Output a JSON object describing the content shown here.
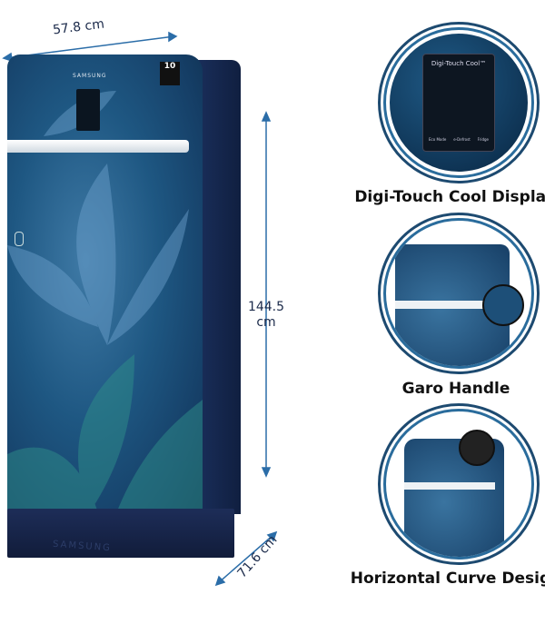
{
  "dimensions": {
    "width": "57.8 cm",
    "height_value": "144.5",
    "height_unit": "cm",
    "depth": "71.6 cm"
  },
  "product": {
    "brand": "SAMSUNG",
    "base_brand": "SAMSUNG",
    "warranty_badge": "10",
    "colors": {
      "body": "#1d4f78",
      "side": "#15294f",
      "base": "#142448"
    }
  },
  "features": [
    {
      "label": "Digi-Touch Cool Display",
      "panel_title": "Digi-Touch Cool™",
      "panel_buttons": [
        "Eco Mode",
        "e-Defrost",
        "Fridge"
      ]
    },
    {
      "label": "Garo Handle"
    },
    {
      "label": "Horizontal Curve Design"
    }
  ]
}
